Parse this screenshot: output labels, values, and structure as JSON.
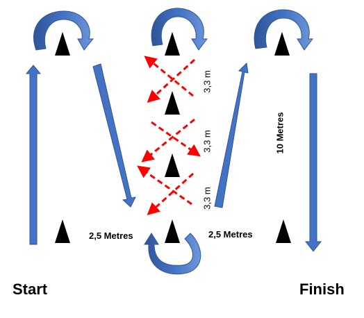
{
  "labels": {
    "start": "Start",
    "finish": "Finish",
    "gap_left": "2,5 Metres",
    "gap_right": "2,5 Metres",
    "length": "10 Metres",
    "segment_top": "3,3 m",
    "segment_mid": "3,3 m",
    "segment_bottom": "3,3 m"
  },
  "colors": {
    "arrow_blue": "#4472C4",
    "arrow_blue_dark": "#2F5597",
    "zigzag_red": "#FF0000",
    "cone": "#000000"
  }
}
